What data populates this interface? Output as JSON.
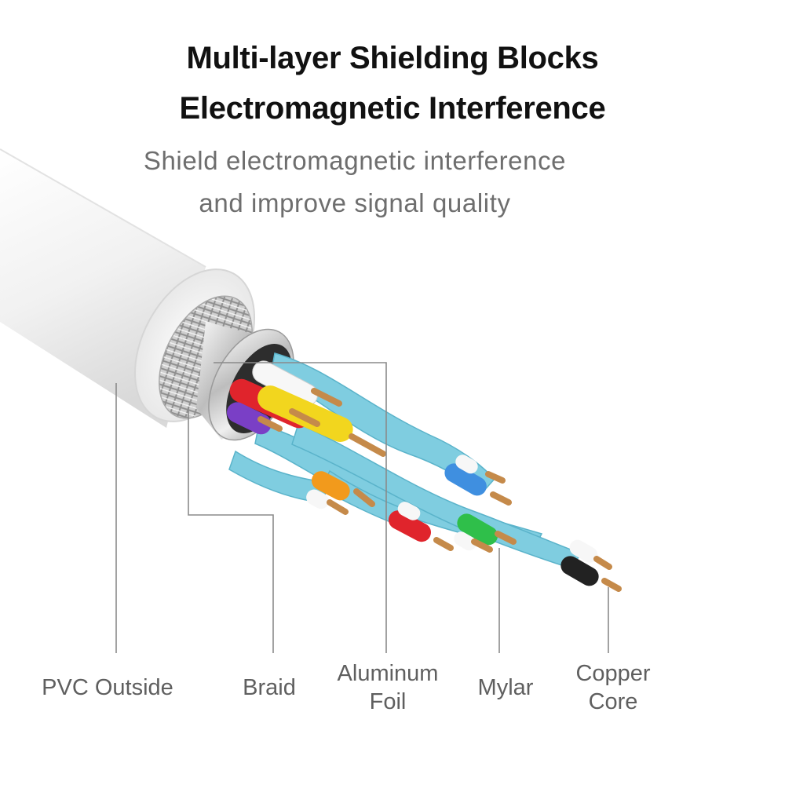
{
  "heading": {
    "line1": "Multi-layer Shielding Blocks",
    "line2": "Electromagnetic Interference"
  },
  "subheading": {
    "line1": "Shield electromagnetic interference",
    "line2": "and improve signal quality"
  },
  "callouts": [
    {
      "line1": "PVC Outside",
      "line2": ""
    },
    {
      "line1": "Braid",
      "line2": ""
    },
    {
      "line1": "Aluminum",
      "line2": "Foil"
    },
    {
      "line1": "Mylar",
      "line2": ""
    },
    {
      "line1": "Copper",
      "line2": "Core"
    }
  ],
  "colors": {
    "jacket": "#f4f4f4",
    "twisted_pair_jacket": "#7fcde0",
    "conductor_red": "#e0242c",
    "conductor_yellow": "#f2d61e",
    "conductor_purple": "#7a3fc6",
    "conductor_orange": "#f29a1c",
    "conductor_blue": "#3f8fe0",
    "conductor_green": "#2fbf4a",
    "conductor_black": "#222222",
    "copper": "#c58a4a",
    "leader_line": "#8a8a8a"
  }
}
